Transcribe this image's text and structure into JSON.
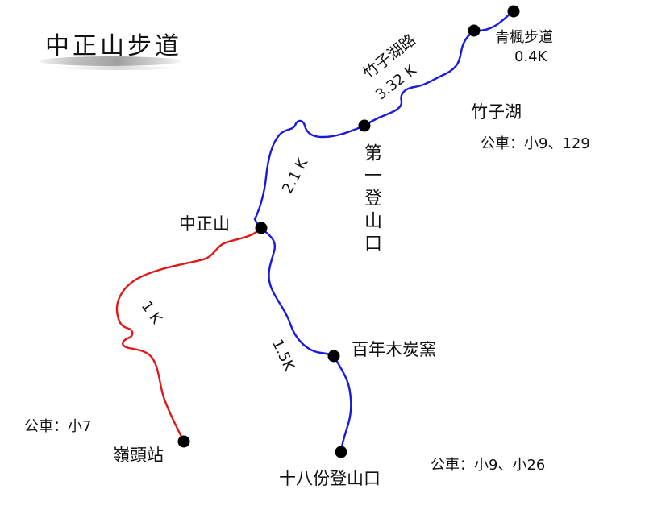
{
  "title": "中正山步道",
  "places": {
    "zhongzhengshan": "中正山",
    "trailhead_1": "第一登山口",
    "kiln": "百年木炭窯",
    "shibafen": "十八份登山口",
    "lingtou": "嶺頭站",
    "zhuzihu": "竹子湖",
    "qingfeng": "青楓步道",
    "zhuzihu_road": "竹子湖路"
  },
  "distances": {
    "qingfeng": "0.4K",
    "zhuzihu_road": "3.32 K",
    "upper_segment": "2.1 K",
    "red_segment": "1 K",
    "lower_segment": "1.5K"
  },
  "bus": {
    "zhuzihu": "公車：小9、129",
    "lingtou": "公車：小7",
    "shibafen": "公車：小9、小26"
  },
  "colors": {
    "blue_route": "#1a1adf",
    "red_route": "#e01818",
    "node": "#000000"
  }
}
